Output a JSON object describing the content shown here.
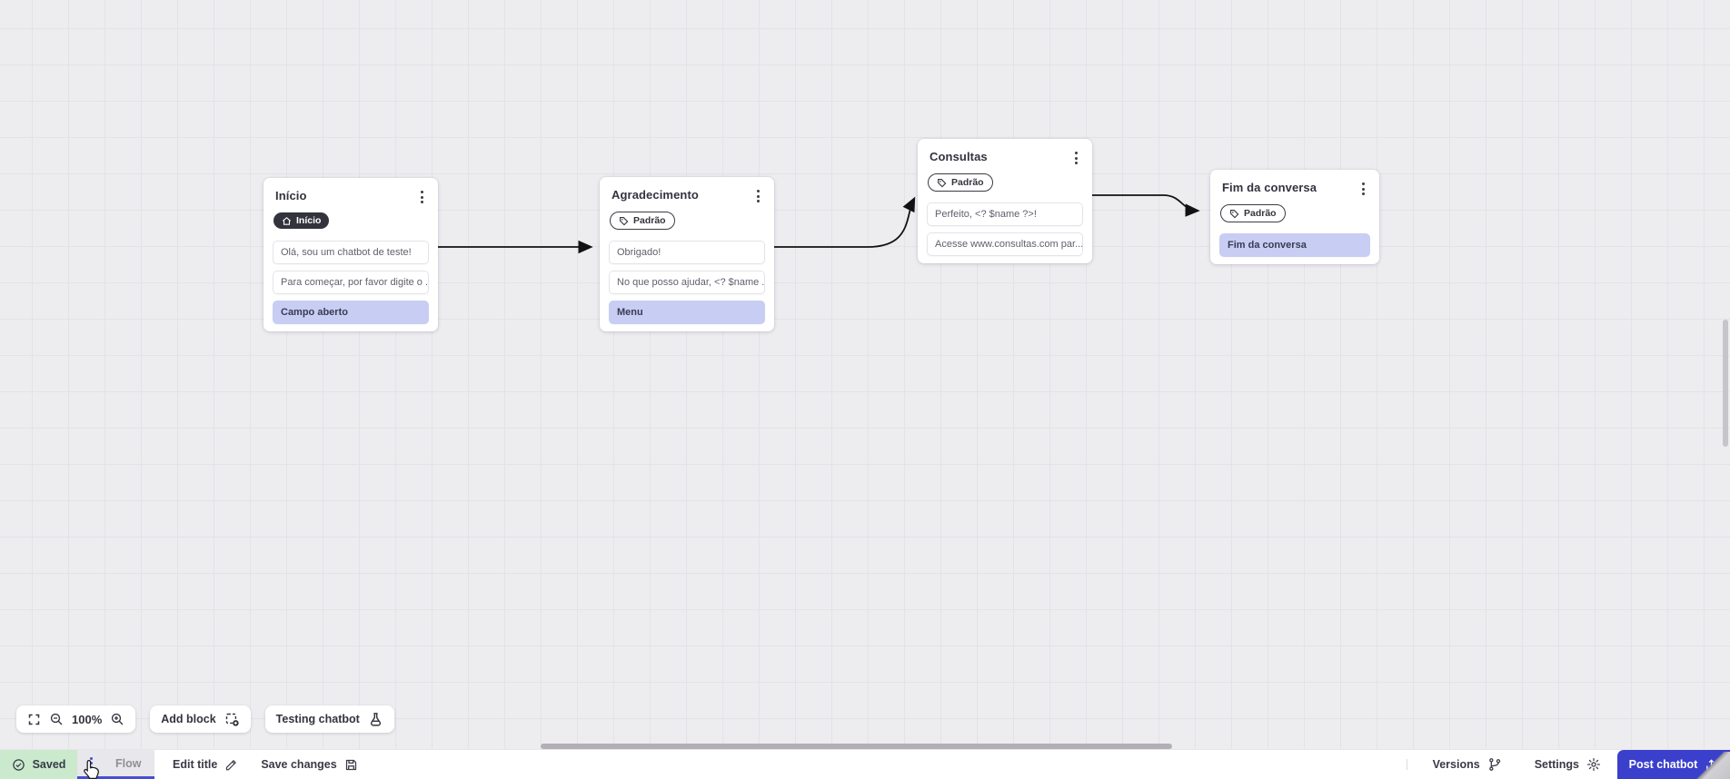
{
  "nodes": [
    {
      "title": "Início",
      "badge": "Início",
      "messages": [
        "Olá, sou um chatbot de teste!",
        "Para começar, por favor digite o ...",
        "Campo aberto"
      ]
    },
    {
      "title": "Agradecimento",
      "badge": "Padrão",
      "messages": [
        "Obrigado!",
        "No que posso ajudar, <? $name ...",
        "Menu"
      ]
    },
    {
      "title": "Consultas",
      "badge": "Padrão",
      "messages": [
        "Perfeito, <? $name ?>!",
        "Acesse www.consultas.com par..."
      ]
    },
    {
      "title": "Fim da conversa",
      "badge": "Padrão",
      "messages": [
        "Fim da conversa"
      ]
    }
  ],
  "toolbar": {
    "zoom_level": "100%",
    "add_block": "Add block",
    "testing_chatbot": "Testing chatbot"
  },
  "statusbar": {
    "saved": "Saved",
    "flow_tab": "Flow",
    "edit_title": "Edit title",
    "save_changes": "Save changes",
    "versions": "Versions",
    "settings": "Settings",
    "post_chatbot": "Post chatbot"
  },
  "icons": {
    "home": "home-icon",
    "tag": "tag-icon",
    "kebab": "kebab-menu-icon",
    "fullscreen": "fullscreen-icon",
    "zoom_out": "zoom-out-icon",
    "zoom_in": "zoom-in-icon",
    "add_block": "add-block-icon",
    "flask": "flask-icon",
    "check_circle": "check-circle-icon",
    "pencil": "pencil-icon",
    "floppy": "save-icon",
    "branch": "git-branch-icon",
    "gear": "gear-icon",
    "upload": "upload-icon",
    "hand": "hand-cursor"
  },
  "colors": {
    "accent_indigo": "#474dd6",
    "post_button": "#3a40cb",
    "saved_bg": "#cbe9cd",
    "action_row_bg": "#c8cdf4",
    "dark_badge_bg": "#33333d",
    "arrow": "#121212",
    "canvas_bg": "#edecef"
  }
}
